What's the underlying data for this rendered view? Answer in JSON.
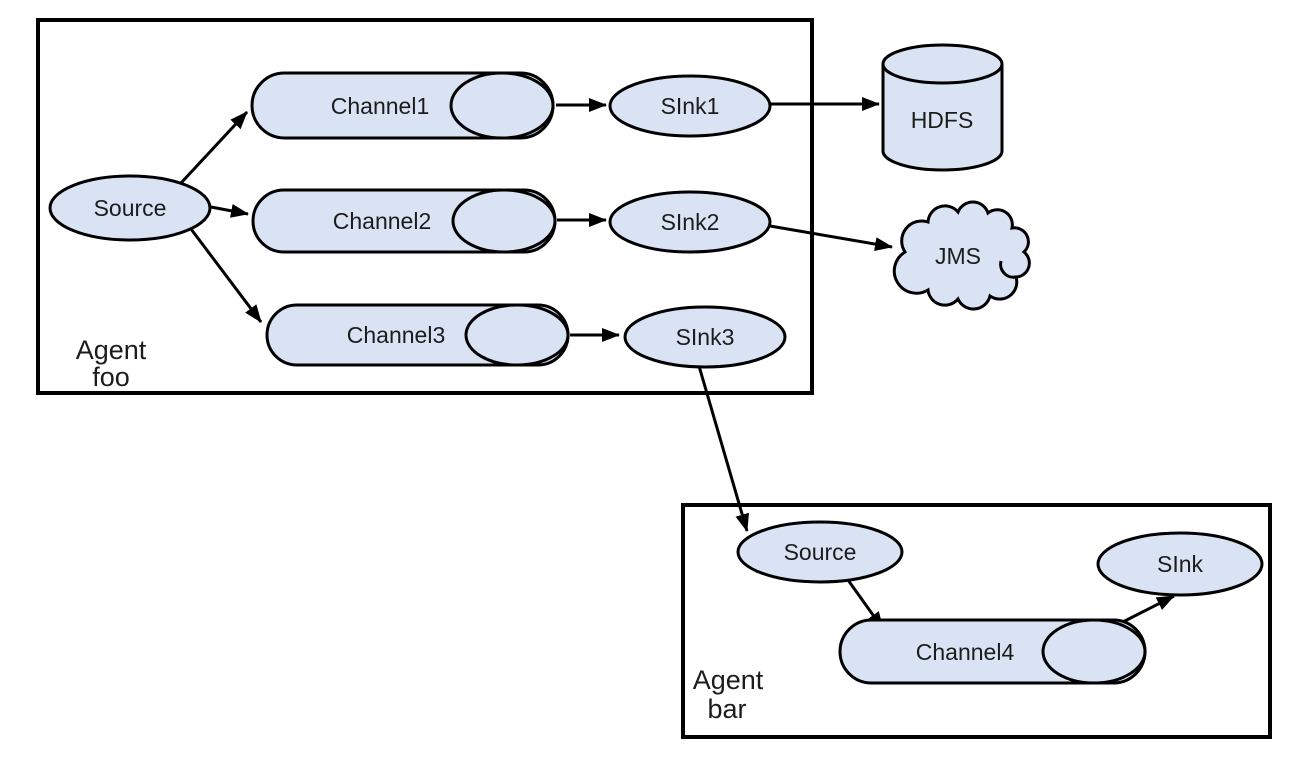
{
  "colors": {
    "background": "#ffffff",
    "node_fill": "#d9e3f3",
    "stroke": "#000000",
    "text": "#1c1c1c"
  },
  "agent_foo": {
    "label": [
      "Agent",
      "foo"
    ],
    "source_label": "Source",
    "channel_labels": [
      "Channel1",
      "Channel2",
      "Channel3"
    ],
    "sink_labels": [
      "SInk1",
      "SInk2",
      "SInk3"
    ]
  },
  "agent_bar": {
    "label": [
      "Agent",
      "bar"
    ],
    "source_label": "Source",
    "channel_label": "Channel4",
    "sink_label": "SInk"
  },
  "externals": {
    "hdfs_label": "HDFS",
    "jms_label": "JMS"
  }
}
